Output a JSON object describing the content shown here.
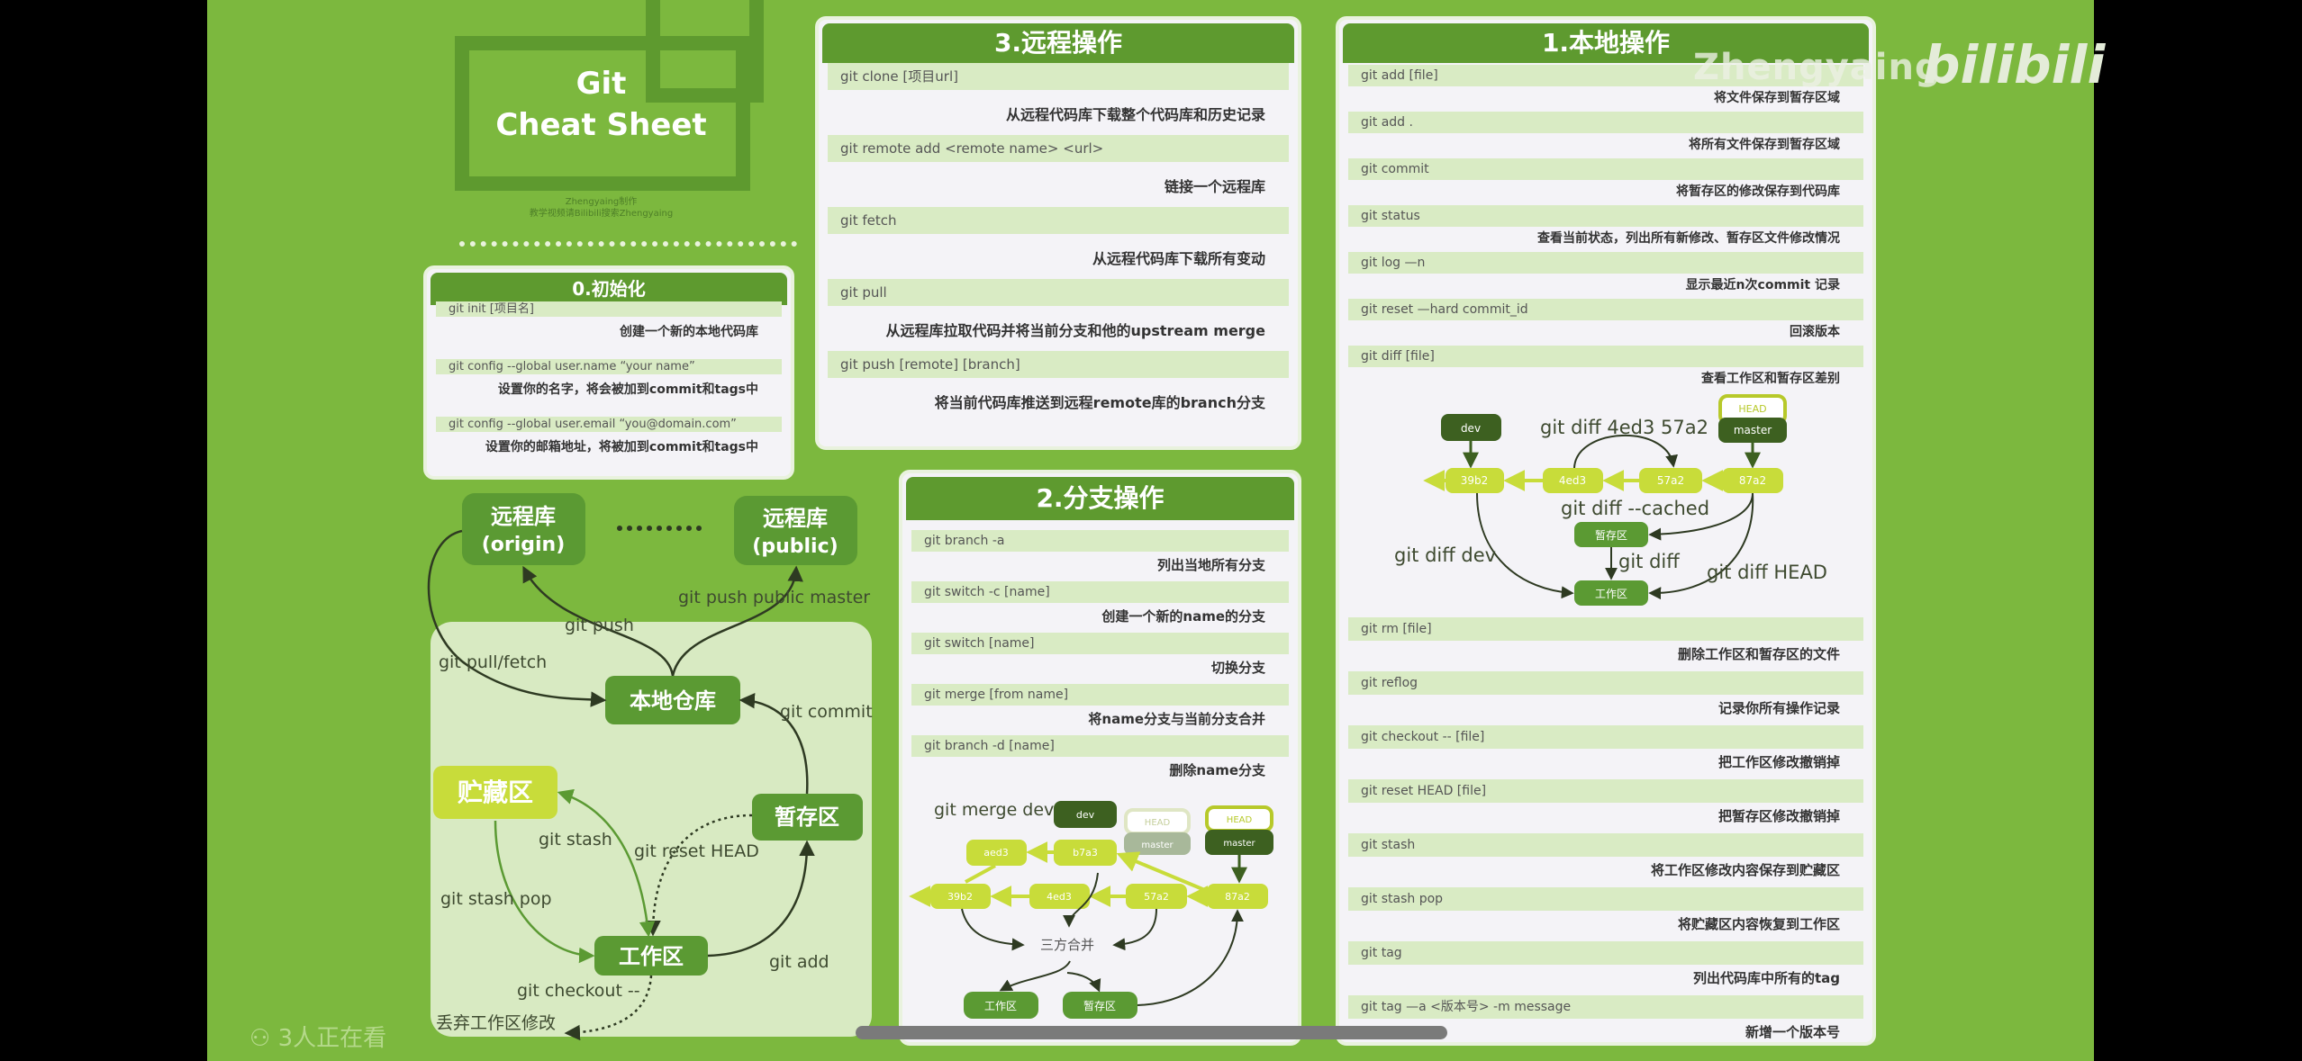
{
  "title": {
    "line1": "Git",
    "line2": "Cheat Sheet",
    "credit1": "Zhengyaing制作",
    "credit2": "教学视频请Bilibili搜索Zhengyaing"
  },
  "watermark": {
    "author": "Zhengyaing",
    "logo": "bilibili"
  },
  "viewers": {
    "icon": "people-icon",
    "text": "3人正在看"
  },
  "colors": {
    "background": "#7cb83e",
    "header": "#5e9a2f",
    "command_band": "#d9ebc4",
    "node_green": "#5b9a33",
    "node_yellow": "#c8dc3a",
    "node_dark": "#3d6020"
  },
  "section0": {
    "title": "0.初始化",
    "entries": [
      {
        "cmd": "git init [项目名]",
        "desc": "创建一个新的本地代码库"
      },
      {
        "cmd": "git config --global user.name “your name”",
        "desc": "设置你的名字，将会被加到commit和tags中"
      },
      {
        "cmd": "git config --global user.email “you@domain.com”",
        "desc": "设置你的邮箱地址，将被加到commit和tags中"
      }
    ]
  },
  "section3": {
    "title": "3.远程操作",
    "entries": [
      {
        "cmd": "git clone [项目url]",
        "desc": "从远程代码库下载整个代码库和历史记录"
      },
      {
        "cmd": "git remote add <remote name> <url>",
        "desc": "链接一个远程库"
      },
      {
        "cmd": "git fetch",
        "desc": "从远程代码库下载所有变动"
      },
      {
        "cmd": "git pull",
        "desc": "从远程库拉取代码并将当前分支和他的upstream merge"
      },
      {
        "cmd": "git push [remote] [branch]",
        "desc": "将当前代码库推送到远程remote库的branch分支"
      }
    ]
  },
  "section2": {
    "title": "2.分支操作",
    "entries": [
      {
        "cmd": "git branch -a",
        "desc": "列出当地所有分支"
      },
      {
        "cmd": "git switch -c [name]",
        "desc": "创建一个新的name的分支"
      },
      {
        "cmd": "git switch [name]",
        "desc": "切换分支"
      },
      {
        "cmd": "git merge [from name]",
        "desc": "将name分支与当前分支合并"
      },
      {
        "cmd": "git branch -d [name]",
        "desc": "删除name分支"
      }
    ],
    "diagram": {
      "label": "git merge dev",
      "dev": "dev",
      "head": "HEAD",
      "master": "master",
      "commits_top": [
        "aed3",
        "b7a3"
      ],
      "commits": [
        "39b2",
        "4ed3",
        "57a2",
        "87a2"
      ],
      "merge": "三方合并",
      "work": "工作区",
      "stage": "暂存区"
    }
  },
  "section1": {
    "title": "1.本地操作",
    "entries_a": [
      {
        "cmd": "git add [file]",
        "desc": "将文件保存到暂存区域"
      },
      {
        "cmd": "git add .",
        "desc": "将所有文件保存到暂存区域"
      },
      {
        "cmd": "git commit",
        "desc": "将暂存区的修改保存到代码库"
      },
      {
        "cmd": "git status",
        "desc": "查看当前状态，列出所有新修改、暂存区文件修改情况"
      },
      {
        "cmd": "git log —n",
        "desc": "显示最近n次commit 记录"
      },
      {
        "cmd": "git reset —hard commit_id",
        "desc": "回滚版本"
      },
      {
        "cmd": "git diff [file]",
        "desc": "查看工作区和暂存区差别"
      }
    ],
    "entries_b": [
      {
        "cmd": "git rm [file]",
        "desc": "删除工作区和暂存区的文件"
      },
      {
        "cmd": "git reflog",
        "desc": "记录你所有操作记录"
      },
      {
        "cmd": "git checkout -- [file]",
        "desc": "把工作区修改撤销掉"
      },
      {
        "cmd": "git reset HEAD [file]",
        "desc": "把暂存区修改撤销掉"
      },
      {
        "cmd": "git stash",
        "desc": "将工作区修改内容保存到贮藏区"
      },
      {
        "cmd": "git stash pop",
        "desc": "将贮藏区内容恢复到工作区"
      },
      {
        "cmd": "git tag",
        "desc": "列出代码库中所有的tag"
      },
      {
        "cmd": "git tag —a <版本号> -m message",
        "desc": "新增一个版本号"
      }
    ],
    "diagram": {
      "dev": "dev",
      "head": "HEAD",
      "master": "master",
      "commits": [
        "39b2",
        "4ed3",
        "57a2",
        "87a2"
      ],
      "diff_commits": "git diff 4ed3 57a2",
      "diff_cached": "git diff --cached",
      "diff_dev": "git diff dev",
      "diff": "git diff",
      "diff_head": "git diff HEAD",
      "stage": "暂存区",
      "work": "工作区"
    }
  },
  "workflow": {
    "origin_line1": "远程库",
    "origin_line2": "(origin)",
    "public_line1": "远程库",
    "public_line2": "(public)",
    "local": "本地仓库",
    "stash": "贮藏区",
    "stage": "暂存区",
    "work": "工作区",
    "push_public": "git push public master",
    "push": "git push",
    "pull_fetch": "git pull/fetch",
    "commit": "git commit",
    "stash_cmd": "git stash",
    "reset_head": "git reset HEAD",
    "stash_pop": "git stash pop",
    "add": "git add",
    "checkout": "git checkout --",
    "discard": "丢弃工作区修改"
  }
}
